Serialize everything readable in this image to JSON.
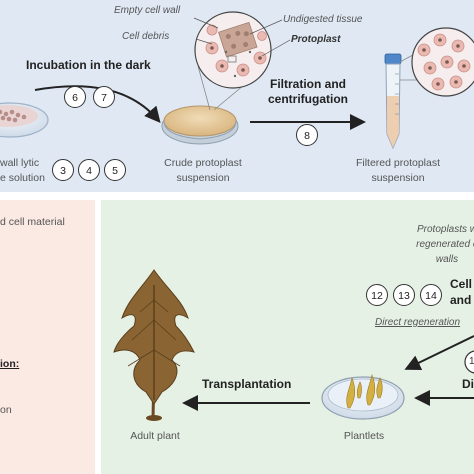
{
  "top": {
    "callouts": {
      "empty_cell_wall": "Empty cell wall",
      "undigested_tissue": "Undigested tissue",
      "cell_debris": "Cell debris",
      "protoplast": "Protoplast"
    },
    "incubation": "Incubation in the dark",
    "filtration_line1": "Filtration and",
    "filtration_line2": "centrifugation",
    "lytic_line1": "wall lytic",
    "lytic_line2": "e solution",
    "crude_line1": "Crude protoplast",
    "crude_line2": "suspension",
    "filtered_line1": "Filtered protoplast",
    "filtered_line2": "suspension",
    "steps_incubation": [
      "6",
      "7"
    ],
    "steps_lytic": [
      "3",
      "4",
      "5"
    ],
    "step_filtration": "8"
  },
  "left": {
    "line1": "d cell material",
    "line2": "ion:",
    "line3": "on"
  },
  "right": {
    "protoplasts_line1": "Protoplasts w",
    "protoplasts_line2": "regenerated c",
    "protoplasts_line3": "walls",
    "steps_cell": [
      "12",
      "13",
      "14"
    ],
    "cell_line1": "Cell",
    "cell_line2": "and",
    "direct_regeneration": "Direct regeneration",
    "step_partial": "1",
    "di_partial": "Di",
    "transplantation": "Transplantation",
    "adult_plant": "Adult plant",
    "plantlets": "Plantlets"
  },
  "colors": {
    "top_bg": "#dfe8f3",
    "left_bg": "#fbe9e3",
    "right_bg": "#e6f1e6",
    "dish_fill": "#e6c99a",
    "cell_pink": "#f3c6c0",
    "plant_brown": "#7a5a2e"
  }
}
